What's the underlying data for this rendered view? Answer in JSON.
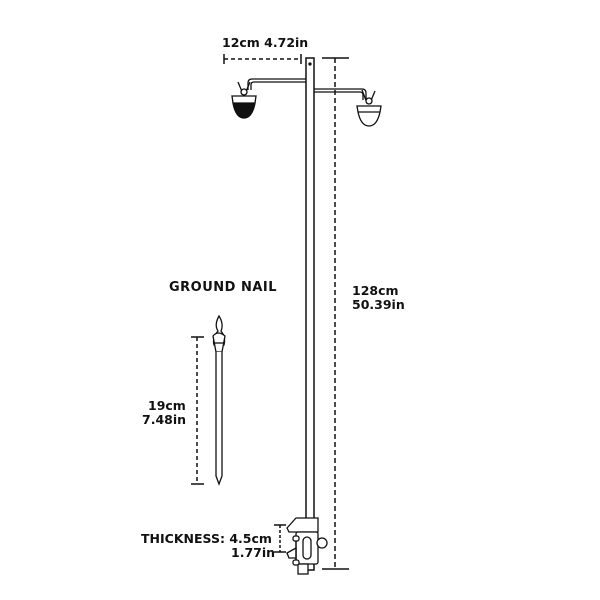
{
  "colors": {
    "ink": "#111111",
    "background": "#ffffff"
  },
  "dimensions": {
    "arm_width": {
      "cm": "12cm",
      "in": "4.72in",
      "label": "12cm 4.72in"
    },
    "pole_height": {
      "cm": "128cm",
      "in": "50.39in"
    },
    "ground_nail": {
      "title": "GROUND NAIL",
      "cm": "19cm",
      "in": "7.48in"
    },
    "clamp": {
      "label": "THICKNESS",
      "separator": ":",
      "cm": "4.5cm",
      "in": "1.77in"
    }
  },
  "parts": [
    "pole",
    "left-arm",
    "right-arm",
    "left-lantern",
    "right-lantern",
    "ground-nail",
    "table-clamp"
  ]
}
